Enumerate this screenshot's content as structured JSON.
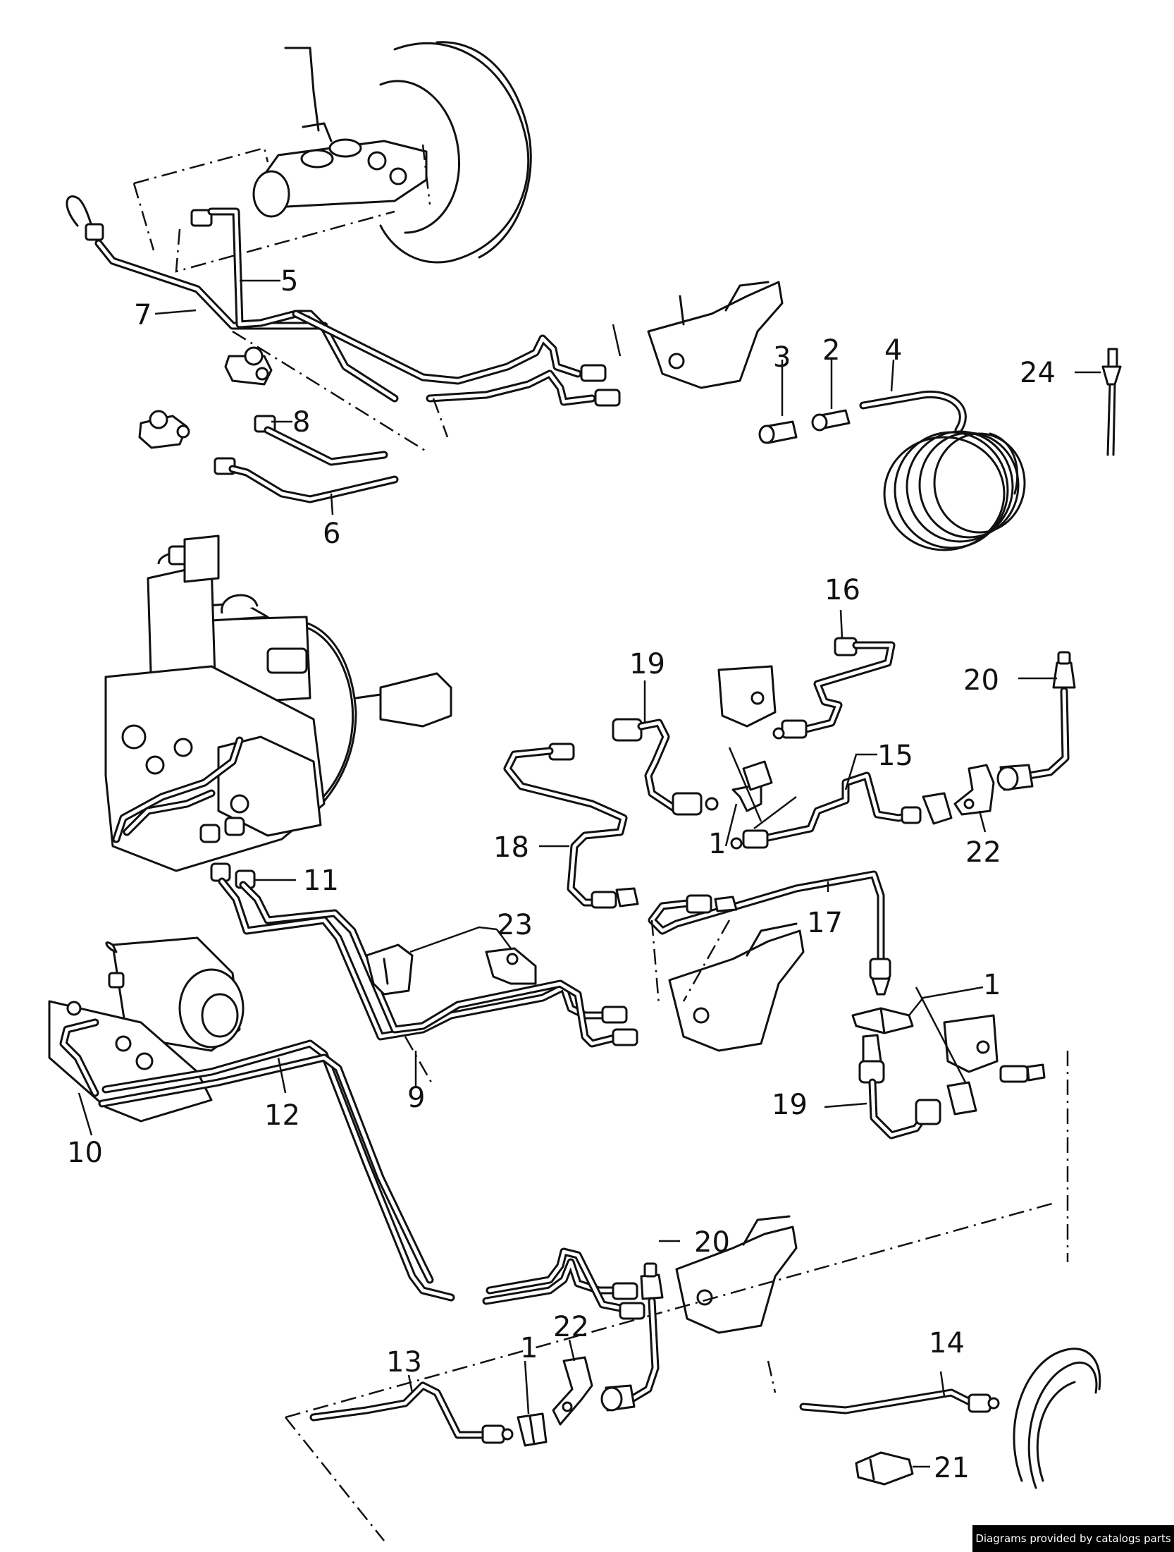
{
  "credit": "Diagrams provided by catalogs parts",
  "callouts": [
    {
      "label": "1",
      "name": "callout-1-upper"
    },
    {
      "label": "1",
      "name": "callout-1-right"
    },
    {
      "label": "1",
      "name": "callout-1-lower"
    },
    {
      "label": "2",
      "name": "callout-2"
    },
    {
      "label": "3",
      "name": "callout-3"
    },
    {
      "label": "4",
      "name": "callout-4"
    },
    {
      "label": "5",
      "name": "callout-5"
    },
    {
      "label": "6",
      "name": "callout-6"
    },
    {
      "label": "7",
      "name": "callout-7"
    },
    {
      "label": "8",
      "name": "callout-8"
    },
    {
      "label": "9",
      "name": "callout-9"
    },
    {
      "label": "10",
      "name": "callout-10"
    },
    {
      "label": "11",
      "name": "callout-11"
    },
    {
      "label": "12",
      "name": "callout-12"
    },
    {
      "label": "13",
      "name": "callout-13"
    },
    {
      "label": "14",
      "name": "callout-14"
    },
    {
      "label": "15",
      "name": "callout-15"
    },
    {
      "label": "16",
      "name": "callout-16"
    },
    {
      "label": "17",
      "name": "callout-17"
    },
    {
      "label": "18",
      "name": "callout-18"
    },
    {
      "label": "19",
      "name": "callout-19-upper"
    },
    {
      "label": "19",
      "name": "callout-19-lower"
    },
    {
      "label": "20",
      "name": "callout-20-upper"
    },
    {
      "label": "20",
      "name": "callout-20-lower"
    },
    {
      "label": "21",
      "name": "callout-21"
    },
    {
      "label": "22",
      "name": "callout-22-upper"
    },
    {
      "label": "22",
      "name": "callout-22-lower"
    },
    {
      "label": "23",
      "name": "callout-23"
    },
    {
      "label": "24",
      "name": "callout-24"
    }
  ]
}
